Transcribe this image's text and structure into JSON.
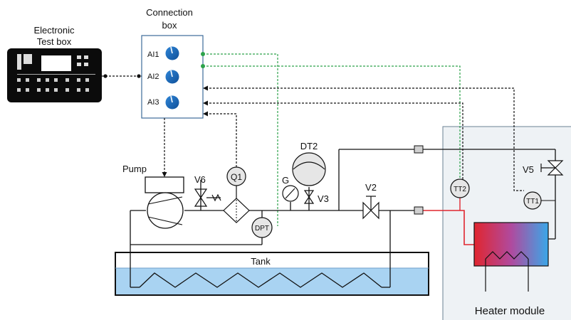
{
  "labels": {
    "electronic_line1": "Electronic",
    "electronic_line2": "Test box",
    "connection_line1": "Connection",
    "connection_line2": "box",
    "ai1": "AI1",
    "ai2": "AI2",
    "ai3": "AI3",
    "pump": "Pump",
    "v6": "V6",
    "q1": "Q1",
    "g": "G",
    "dt2": "DT2",
    "v3": "V3",
    "v2": "V2",
    "dpt": "DPT",
    "tt2": "TT2",
    "tt1": "TT1",
    "v5": "V5",
    "tank": "Tank",
    "heater": "Heater module"
  },
  "colors": {
    "signal_green": "#2ca24a",
    "hot": "#e0262f",
    "cold": "#3aa7e8",
    "water": "#a9d3f2",
    "module_bg": "#eef2f5",
    "knob": "#1d6fc2"
  }
}
